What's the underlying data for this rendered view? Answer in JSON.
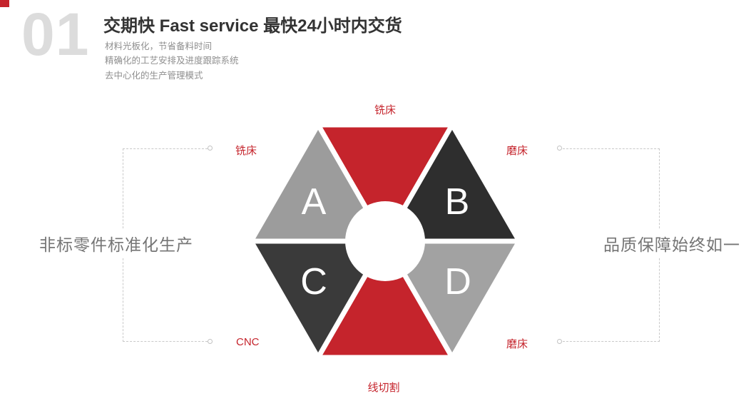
{
  "header": {
    "index": "01",
    "title": "交期快  Fast service 最快24小时内交货",
    "subtitles": [
      "材料光板化，节省备料时间",
      "精确化的工艺安排及进度跟踪系统",
      "去中心化的生产管理模式"
    ]
  },
  "diagram": {
    "center_letters": {
      "upper_left": "A",
      "upper_right": "B",
      "lower_left": "C",
      "lower_right": "D"
    },
    "labels": {
      "top": "铣床",
      "upper_left": "铣床",
      "upper_right": "磨床",
      "lower_left": "CNC",
      "lower_right": "磨床",
      "bottom": "线切割"
    }
  },
  "side_notes": {
    "left": "非标零件标准化生产",
    "right": "品质保障始终如一"
  },
  "colors": {
    "red": "#c5242c",
    "dark_upper_right": "#2e2e2e",
    "dark_lower_left": "#3a3a3a",
    "gray_upper_left": "#9c9c9c",
    "gray_lower_right": "#a2a2a2",
    "label_red": "#c5242c",
    "index_gray": "#dcdcdc",
    "side_text_gray": "#757575"
  }
}
